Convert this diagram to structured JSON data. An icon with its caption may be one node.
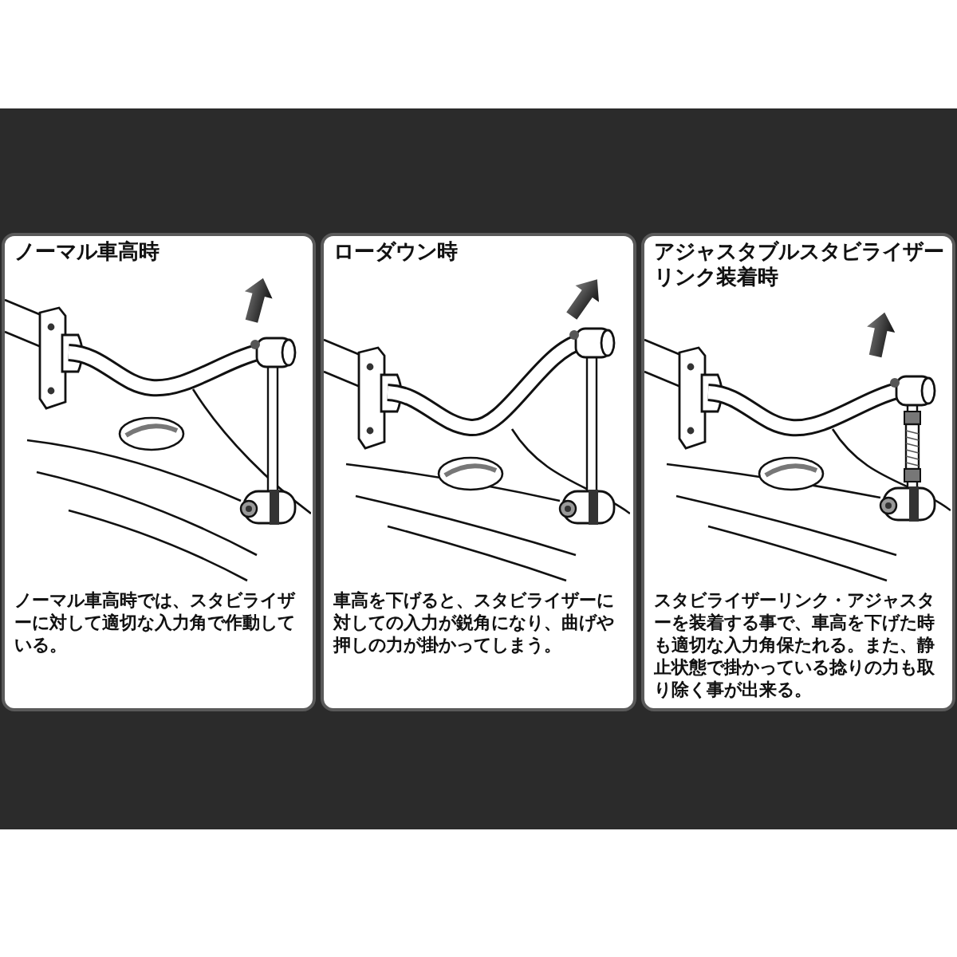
{
  "diagram": {
    "nodes": [
      {
        "text": [
          "ノーマル車高時",
          "ノーマル車高時では、スタビライザーに対して適切な入力角で作動している。"
        ]
      },
      {
        "text": [
          "ローダウン時",
          "車高を下げると、スタビライザーに対しての入力が鋭角になり、曲げや押しの力が掛かってしまう。"
        ]
      },
      {
        "text": [
          "アジャスタブルスタビライザーリンク装着時",
          "スタビライザーリンク・アジャスターを装着する事で、車高を下げた時も適切な入力角保たれる。また、静止状態で掛かっている捻りの力も取り除く事が出来る。"
        ]
      }
    ]
  }
}
